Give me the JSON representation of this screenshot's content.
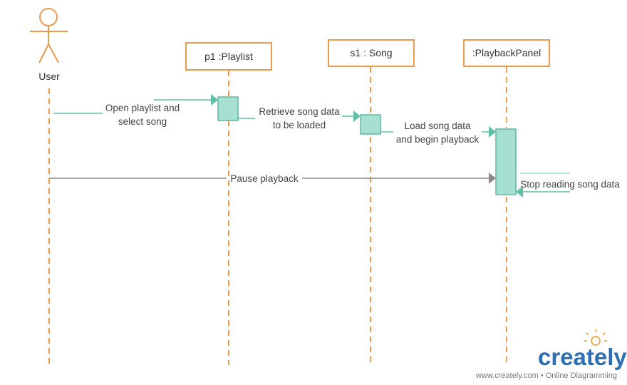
{
  "colors": {
    "lifeline": "#ee9a4d",
    "activation_fill": "#a6e0d0",
    "activation_stroke": "#5fb9a4",
    "message": "#5fbfa8",
    "message_gray": "#8a8a8a",
    "logo_blue": "#2c6fb5",
    "logo_orange": "#f39a25"
  },
  "actor": {
    "label": "User",
    "icon": "stick-figure-icon"
  },
  "participants": [
    {
      "id": "playlist",
      "label": "p1 :Playlist"
    },
    {
      "id": "song",
      "label": "s1 : Song"
    },
    {
      "id": "panel",
      "label": ":PlaybackPanel"
    }
  ],
  "messages": [
    {
      "id": "m1",
      "from": "user",
      "to": "playlist",
      "lines": [
        "Open playlist and",
        "select song"
      ]
    },
    {
      "id": "m2",
      "from": "playlist",
      "to": "song",
      "lines": [
        "Retrieve song data",
        "to be loaded"
      ]
    },
    {
      "id": "m3",
      "from": "song",
      "to": "panel",
      "lines": [
        "Load song data",
        "and begin playback"
      ]
    },
    {
      "id": "m4",
      "from": "user",
      "to": "panel",
      "lines": [
        "Pause playback"
      ]
    },
    {
      "id": "m5",
      "from": "panel",
      "to": "panel",
      "lines": [
        "Stop reading song data"
      ]
    }
  ],
  "watermark": {
    "logo_text": "creately",
    "url": "www.creately.com • Online Diagramming"
  }
}
